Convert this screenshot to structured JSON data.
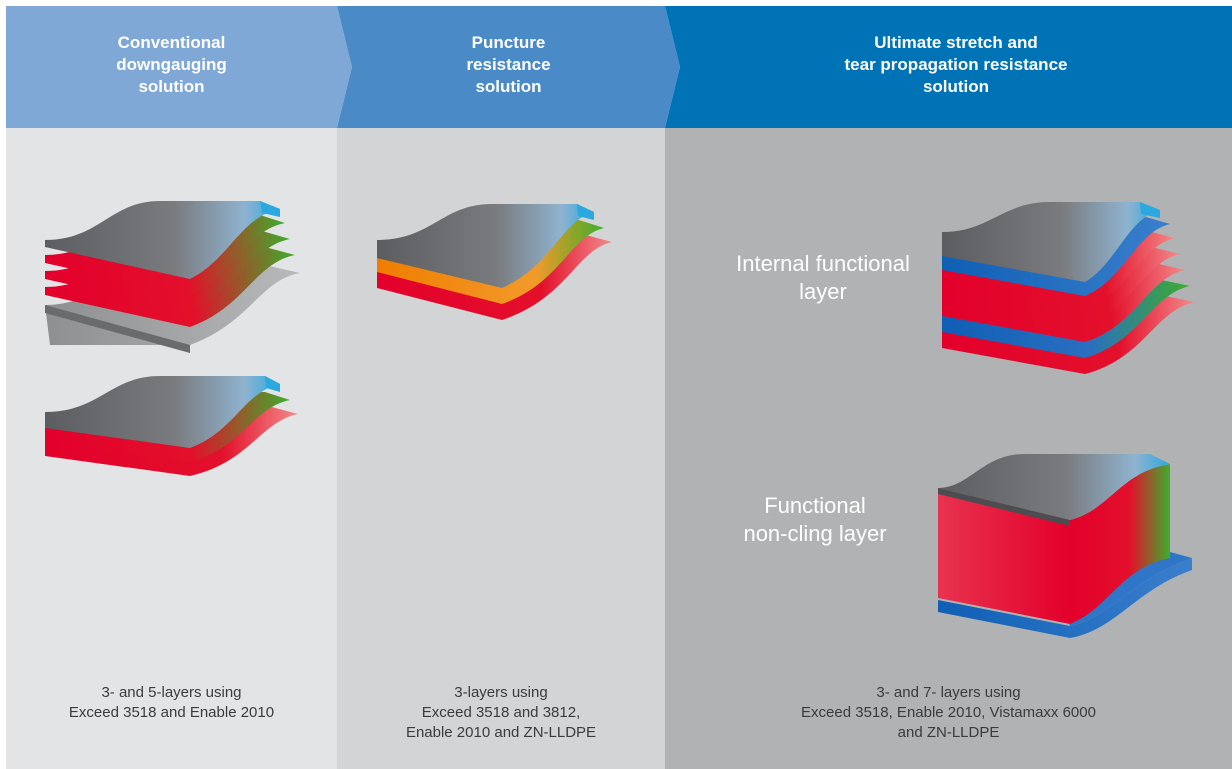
{
  "columns": [
    {
      "title_lines": [
        "Conventional",
        "downgauging",
        "solution"
      ],
      "caption_lines": [
        "3- and 5-layers using",
        "Exceed 3518 and Enable 2010"
      ],
      "color": "#7fa8d6"
    },
    {
      "title_lines": [
        "Puncture",
        "resistance",
        "solution"
      ],
      "caption_lines": [
        "3-layers using",
        "Exceed 3518 and 3812,",
        "Enable 2010 and ZN-LLDPE"
      ],
      "color": "#4a8ac6"
    },
    {
      "title_lines": [
        "Ultimate stretch and",
        "tear propagation resistance",
        "solution"
      ],
      "caption_lines": [
        "3- and 7- layers using",
        "Exceed 3518, Enable 2010, Vistamaxx 6000",
        "and ZN-LLDPE"
      ],
      "color": "#0073b6"
    }
  ],
  "labels": {
    "internal_lines": [
      "Internal functional",
      "layer"
    ],
    "nonclinging_lines": [
      "Functional",
      "non-cling layer"
    ]
  },
  "layer_colors": {
    "top": "#6f6f71",
    "red": "#e3002b",
    "green": "#3dae2b",
    "orange": "#f07d00",
    "blue": "#0f5fb5",
    "grey": "#8e8f91",
    "cyan": "#2aa8e0"
  }
}
